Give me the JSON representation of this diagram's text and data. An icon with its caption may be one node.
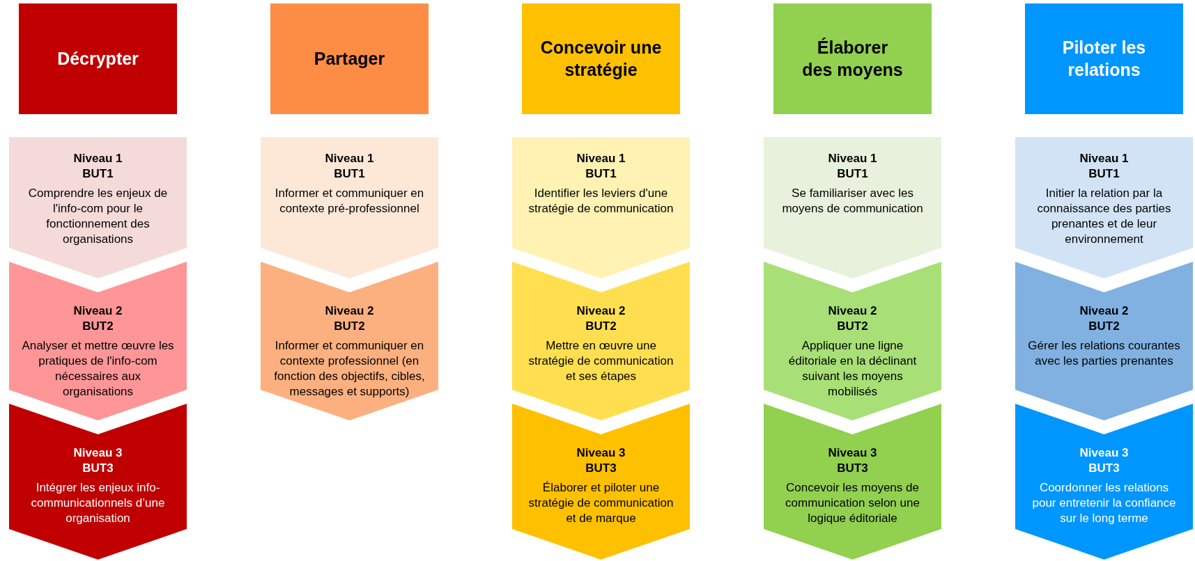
{
  "diagram": {
    "nodes": [
      {
        "text": [
          "Décrypter"
        ]
      },
      {
        "text": [
          "Niveau 1",
          "BUT1",
          "Comprendre les enjeux de l'info-com pour le fonctionnement des organisations"
        ]
      },
      {
        "text": [
          "Niveau 2",
          "BUT2",
          "Analyser et mettre œuvre les pratiques de l'info-com nécessaires aux organisations"
        ]
      },
      {
        "text": [
          "Niveau 3",
          "BUT3",
          "Intégrer les enjeux info-communicationnels d’une organisation"
        ]
      },
      {
        "text": [
          "Partager"
        ]
      },
      {
        "text": [
          "Niveau 1",
          "BUT1",
          "Informer et communiquer en contexte pré-professionnel"
        ]
      },
      {
        "text": [
          "Niveau 2",
          "BUT2",
          "Informer et communiquer en contexte professionnel (en fonction des objectifs, cibles, messages et supports)"
        ]
      },
      {
        "text": [
          "Concevoir une stratégie"
        ]
      },
      {
        "text": [
          "Niveau 1",
          "BUT1",
          "Identifier les leviers d'une stratégie de communication"
        ]
      },
      {
        "text": [
          "Niveau 2",
          "BUT2",
          "Mettre en œuvre une stratégie de communication et ses étapes"
        ]
      },
      {
        "text": [
          "Niveau 3",
          "BUT3",
          "Élaborer et piloter une stratégie de communication et de marque"
        ]
      },
      {
        "text": [
          "Élaborer des moyens"
        ]
      },
      {
        "text": [
          "Niveau 1",
          "BUT1",
          "Se familiariser avec les moyens de communication"
        ]
      },
      {
        "text": [
          "Niveau 2",
          "BUT2",
          "Appliquer une ligne éditoriale en la déclinant suivant les moyens mobilisés"
        ]
      },
      {
        "text": [
          "Niveau 3",
          "BUT3",
          "Concevoir les moyens de communication selon une logique éditoriale"
        ]
      },
      {
        "text": [
          "Piloter les relations"
        ]
      },
      {
        "text": [
          "Niveau 1",
          "BUT1",
          "Initier la relation par la connaissance des parties prenantes et de leur environnement"
        ]
      },
      {
        "text": [
          "Niveau 2",
          "BUT2",
          "Gérer les relations courantes avec les parties prenantes"
        ]
      },
      {
        "text": [
          "Niveau 3",
          "BUT3",
          "Coordonner les relations pour entretenir la confiance sur le long terme"
        ]
      }
    ]
  }
}
